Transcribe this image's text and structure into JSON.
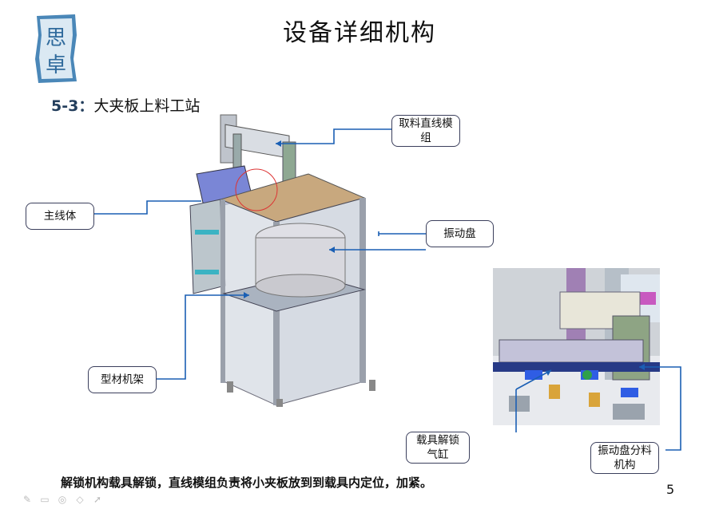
{
  "header": {
    "title": "设备详细机构",
    "section_number": "5-3：",
    "section_title": "大夹板上料工站"
  },
  "logo": {
    "glyphs": [
      "思",
      "卓"
    ]
  },
  "callouts": {
    "pick_linear_module": "取料直线模组",
    "main_line": "主线体",
    "vibration_bowl": "振动盘",
    "profile_frame": "型材机架",
    "carrier_unlock_cylinder": "载具解锁气缸",
    "bowl_distribution": "振动盘分料机构"
  },
  "caption": "解锁机构载具解锁，直线模组负责将小夹板放到到载具内定位，加紧。",
  "page_number": "5",
  "toolbar": {
    "icons": [
      "pen-icon",
      "slide-icon",
      "annotation-icon",
      "eraser-icon",
      "pointer-icon"
    ]
  },
  "colors": {
    "accent_blue": "#1a5fb4",
    "callout_border": "#3b3f5c",
    "logo_blue": "#3a7bb0"
  }
}
